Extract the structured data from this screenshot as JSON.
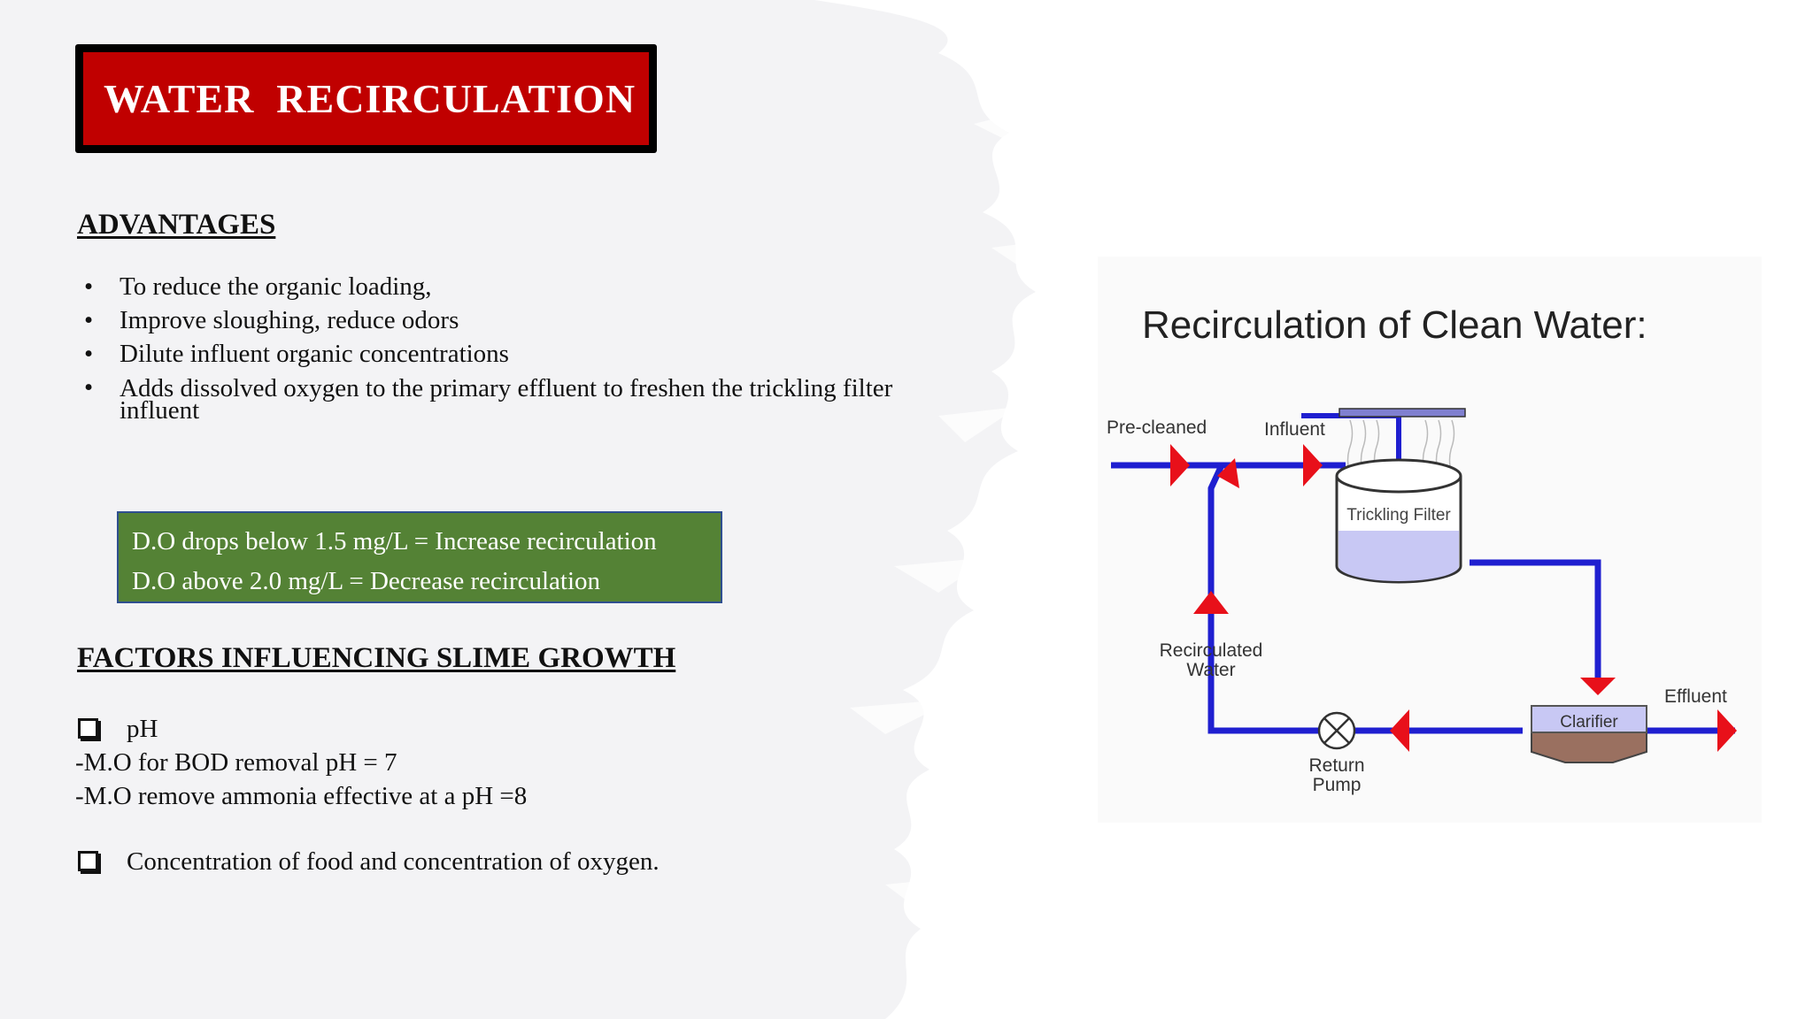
{
  "title": "WATER  RECIRCULATION",
  "advantages": {
    "heading": "ADVANTAGES",
    "items": [
      "To reduce the organic loading,",
      "Improve sloughing, reduce odors",
      "Dilute influent organic concentrations",
      "Adds dissolved oxygen to the primary effluent to freshen the trickling filter influent"
    ]
  },
  "do_box": {
    "line1": "D.O drops below 1.5 mg/L = Increase recirculation",
    "line2": "D.O above 2.0 mg/L = Decrease recirculation"
  },
  "factors": {
    "heading": "FACTORS INFLUENCING SLIME GROWTH",
    "ph_label": "pH",
    "ph_line1": "-M.O for BOD removal pH = 7",
    "ph_line2": "-M.O remove ammonia  effective at a pH =8",
    "concentration": "Concentration of food and concentration of oxygen."
  },
  "diagram": {
    "title": "Recirculation of Clean Water:",
    "pre_cleaned": "Pre-cleaned",
    "influent": "Influent",
    "trickling_filter": "Trickling Filter",
    "recirculated_1": "Recirculated",
    "recirculated_2": "Water",
    "return_1": "Return",
    "return_2": "Pump",
    "clarifier": "Clarifier",
    "effluent": "Effluent",
    "pipe_color": "#1f1fd0",
    "arrow_color": "#e8101a"
  },
  "colors": {
    "title_bg": "#c00000",
    "do_box_bg": "#548235"
  }
}
